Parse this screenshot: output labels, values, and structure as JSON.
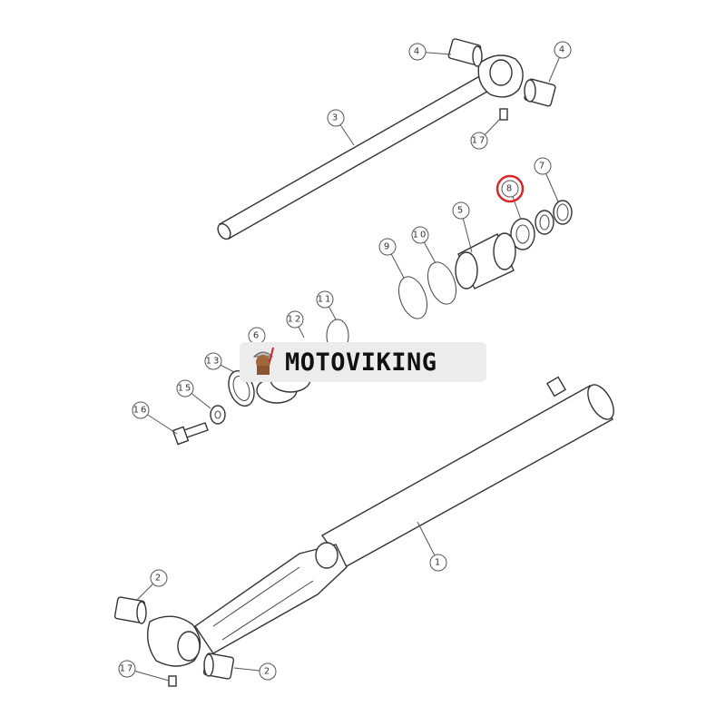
{
  "diagram": {
    "callouts": [
      {
        "label": "4"
      },
      {
        "label": "4"
      },
      {
        "label": "3"
      },
      {
        "label": "17"
      },
      {
        "label": "8",
        "highlighted": true
      },
      {
        "label": "7"
      },
      {
        "label": "9"
      },
      {
        "label": "10"
      },
      {
        "label": "5"
      },
      {
        "label": "11"
      },
      {
        "label": "12"
      },
      {
        "label": "6"
      },
      {
        "label": "13"
      },
      {
        "label": "15"
      },
      {
        "label": "16"
      },
      {
        "label": "1"
      },
      {
        "label": "2"
      },
      {
        "label": "17"
      },
      {
        "label": "2"
      }
    ],
    "highlight_color": "#d62828"
  },
  "watermark": {
    "brand": "MOTOVIKING"
  }
}
